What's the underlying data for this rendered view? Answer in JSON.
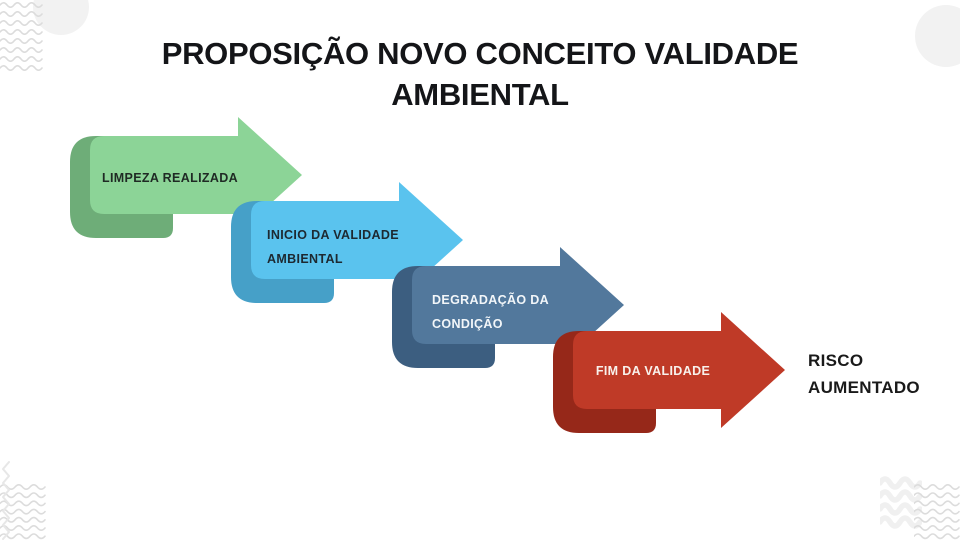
{
  "slide_title": {
    "line1": "PROPOSIÇÃO NOVO CONCEITO VALIDADE",
    "line2": "AMBIENTAL"
  },
  "steps": [
    {
      "label1": "LIMPEZA REALIZADA",
      "label2": "",
      "fill": "#8cd497",
      "shadow": "#6ead78",
      "text_color": "#1f2a24"
    },
    {
      "label1": "INICIO DA VALIDADE",
      "label2": "AMBIENTAL",
      "fill": "#5ac3ee",
      "shadow": "#46a0c8",
      "text_color": "#1d2931"
    },
    {
      "label1": "DEGRADAÇÃO DA",
      "label2": "CONDIÇÃO",
      "fill": "#52789c",
      "shadow": "#3c5e80",
      "text_color": "#f2f6f9"
    },
    {
      "label1": "FIM DA VALIDADE",
      "label2": "",
      "fill": "#bf3a27",
      "shadow": "#962819",
      "text_color": "#f8f1ec"
    }
  ],
  "outcome": {
    "line1": "RISCO",
    "line2": "AUMENTADO"
  },
  "colors": {
    "background": "#ffffff",
    "title_text": "#141518",
    "outcome_text": "#1a1a1a",
    "wave": "#dcdcdc",
    "wave_light": "#f0f0f0",
    "zigzag": "#e7e7e7",
    "circle": "#f2f2f2"
  }
}
